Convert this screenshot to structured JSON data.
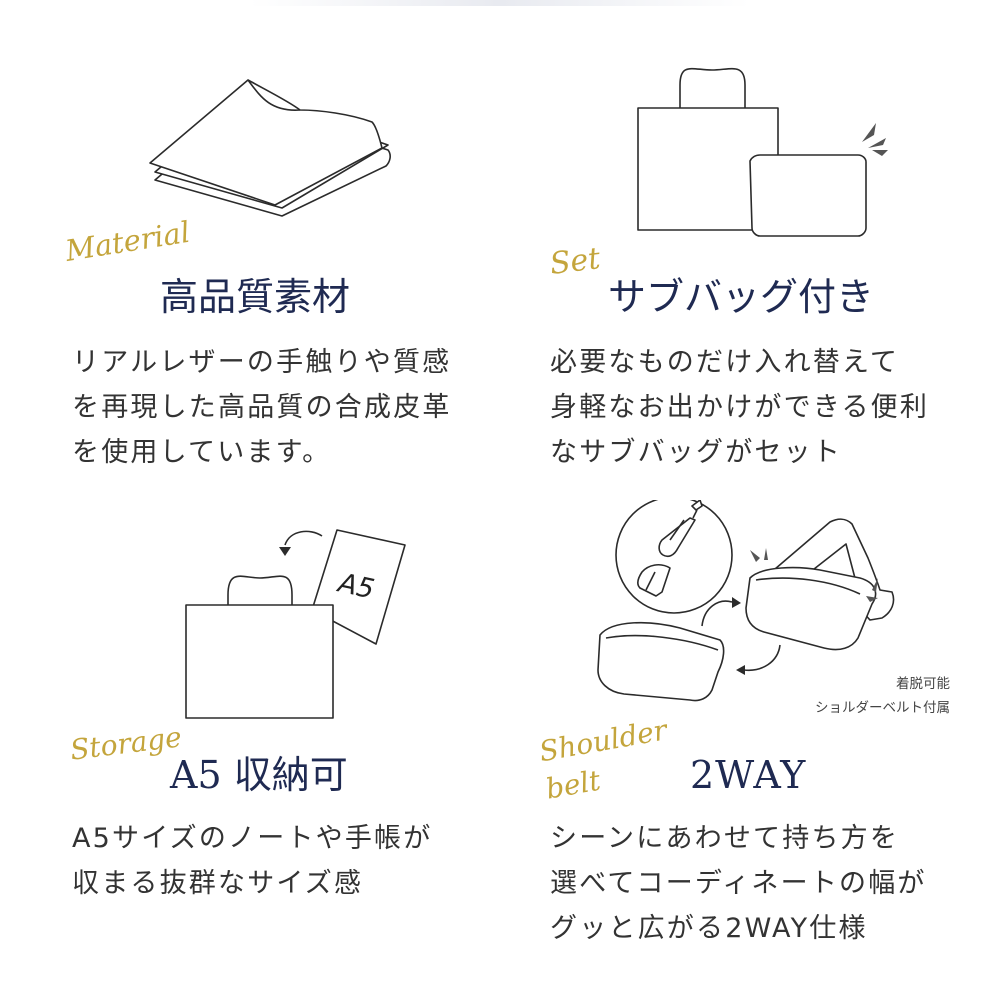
{
  "features": [
    {
      "tag": "Material",
      "title": "高品質素材",
      "desc": [
        "リアルレザーの手触りや質感",
        "を再現した高品質の合成皮革",
        "を使用しています。"
      ]
    },
    {
      "tag": "Set",
      "title": "サブバッグ付き",
      "desc": [
        "必要なものだけ入れ替えて",
        "身軽なお出かけができる便利",
        "なサブバッグがセット"
      ]
    },
    {
      "tag": "Storage",
      "title": "A5 収納可",
      "illus_label": "A5",
      "desc": [
        "A5サイズのノートや手帳が",
        "収まる抜群なサイズ感"
      ]
    },
    {
      "tag_lines": [
        "Shoulder",
        "belt"
      ],
      "title": "2WAY",
      "note": [
        "着脱可能",
        "ショルダーベルト付属"
      ],
      "desc": [
        "シーンにあわせて持ち方を",
        "選べてコーディネートの幅が",
        "グッと広がる2WAY仕様"
      ]
    }
  ],
  "colors": {
    "navy": "#1f2a52",
    "gold": "#c4a53c",
    "text": "#333333",
    "line": "#2b2b2b"
  }
}
